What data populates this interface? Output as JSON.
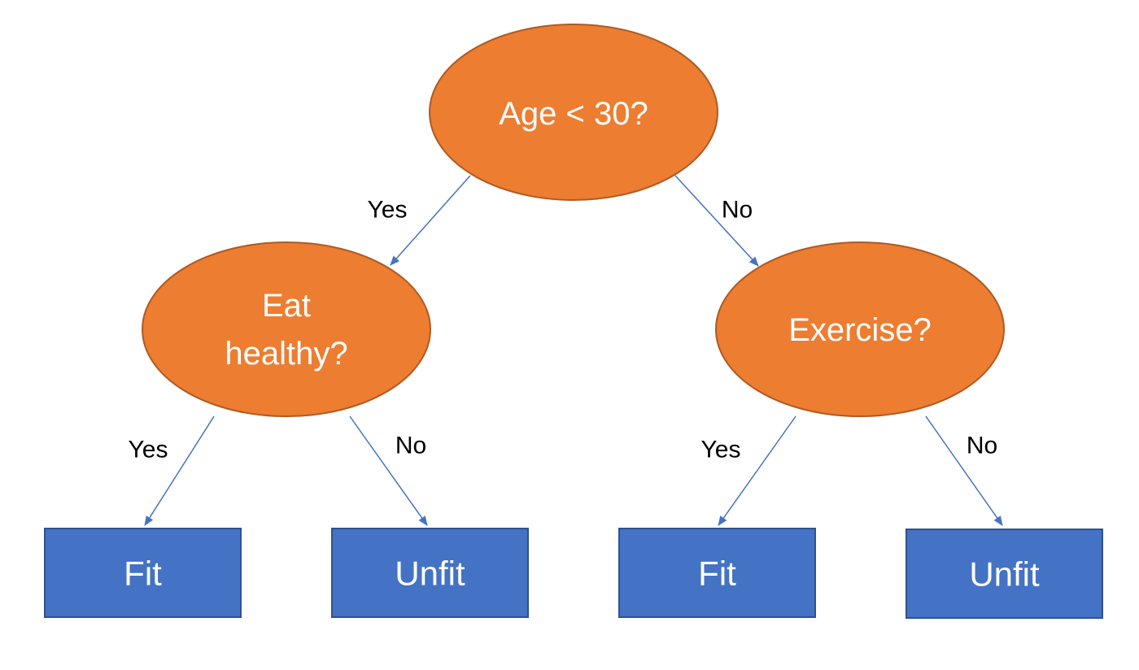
{
  "colors": {
    "decision_fill": "#ed7d31",
    "decision_border": "#ae5a21",
    "leaf_fill": "#4472c4",
    "leaf_border": "#2f528f",
    "arrow": "#4472c4",
    "node_text": "#ffffff",
    "edge_text": "#000000"
  },
  "tree": {
    "root": {
      "label": "Age < 30?",
      "yes_label": "Yes",
      "no_label": "No"
    },
    "left": {
      "label_line1": "Eat",
      "label_line2": "healthy?",
      "yes_label": "Yes",
      "no_label": "No",
      "yes_leaf": "Fit",
      "no_leaf": "Unfit"
    },
    "right": {
      "label": "Exercise?",
      "yes_label": "Yes",
      "no_label": "No",
      "yes_leaf": "Fit",
      "no_leaf": "Unfit"
    }
  }
}
